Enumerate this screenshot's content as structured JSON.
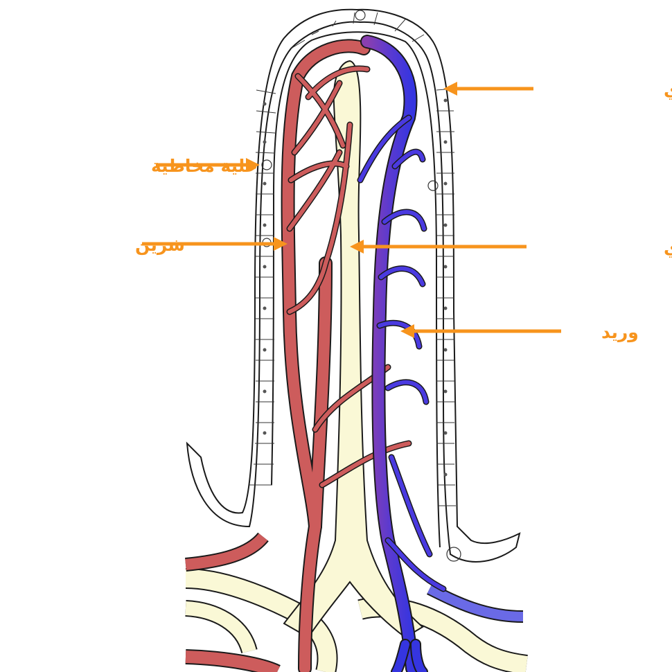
{
  "labels": {
    "epithelium": "ظهار معوي",
    "goblet_cell": "خلية مخاطية",
    "artery": "شرين",
    "lacteal": "عرق لمفاوي",
    "vein": "وريد"
  },
  "colors": {
    "label": "#F7941D",
    "artery": "#CD5C5C",
    "vein": "#3A3ADC",
    "vein_mid": "#7A3ABF",
    "lacteal": "#FAF8D6",
    "outline": "#1a1a1a",
    "epithelium": "#ffffff"
  }
}
